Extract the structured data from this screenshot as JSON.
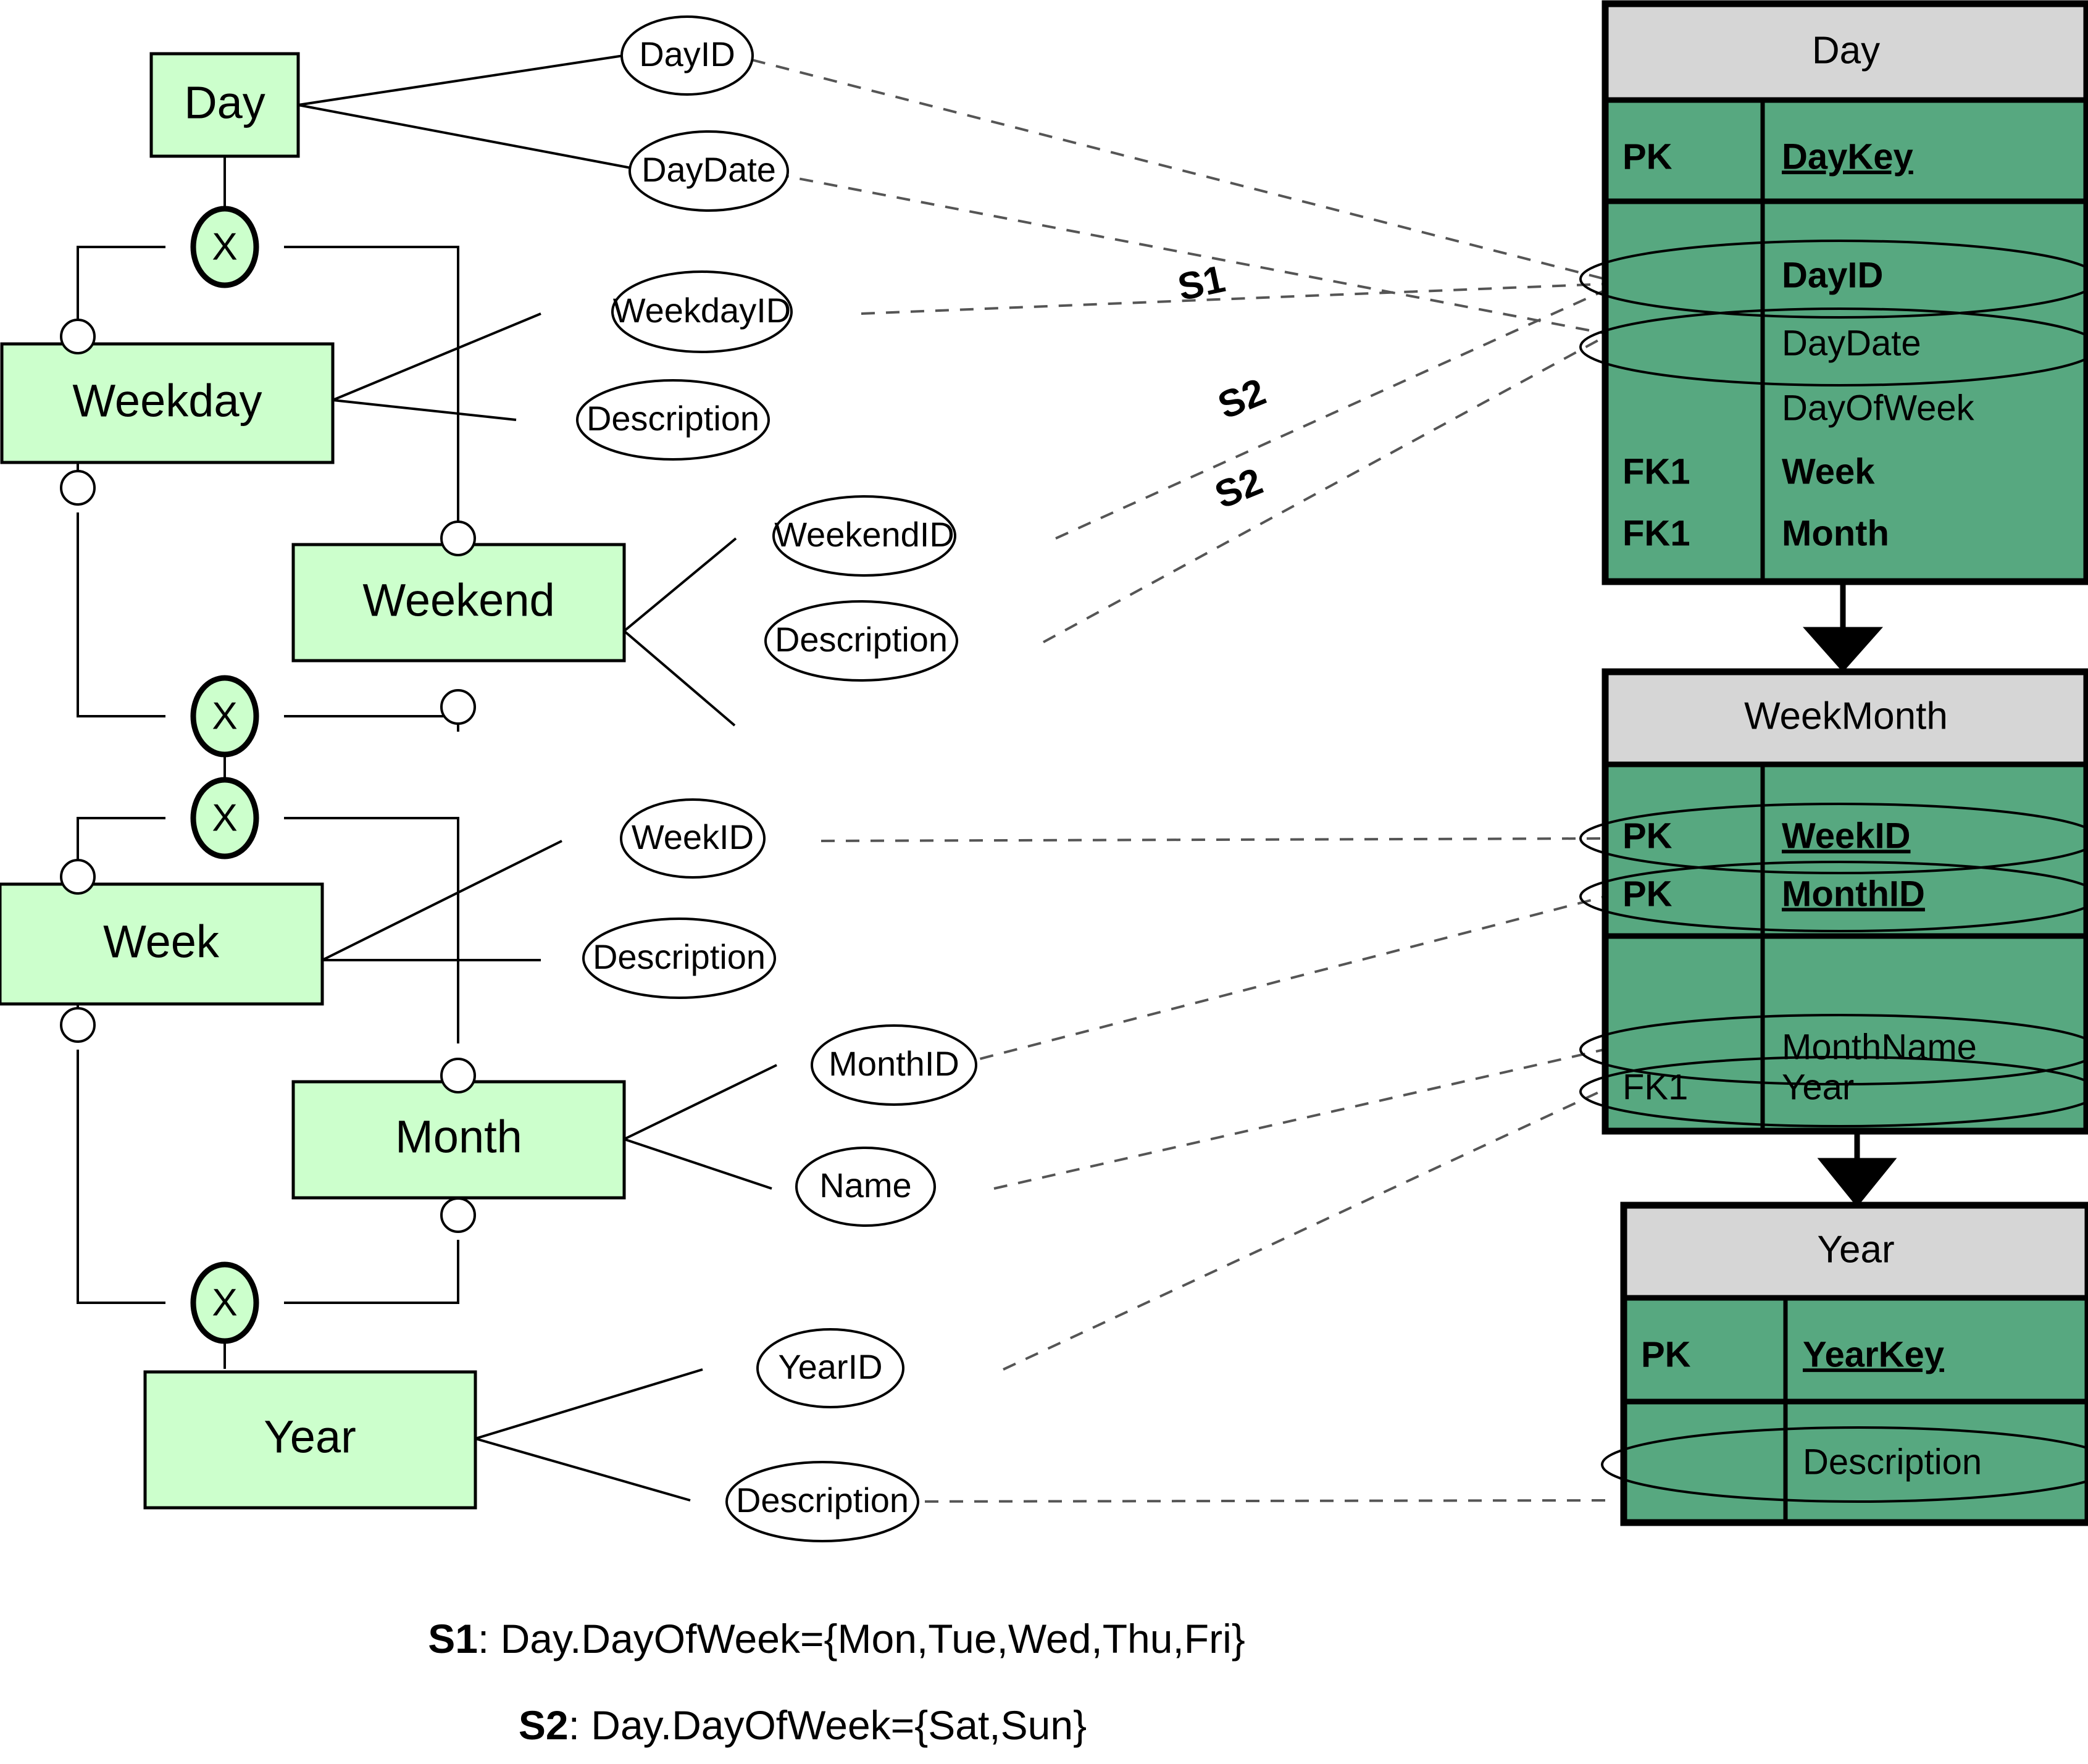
{
  "diagram": {
    "title": "EER to Relational mapping — Day/Week/Month/Year hierarchy",
    "colors": {
      "entity_fill": "#ccffcc",
      "table_header_fill": "#d6d6d6",
      "table_body_fill": "#57a880",
      "line": "#000000",
      "dashed_line": "#555555"
    }
  },
  "eer": {
    "entities": [
      {
        "id": "day",
        "label": "Day"
      },
      {
        "id": "weekday",
        "label": "Weekday"
      },
      {
        "id": "weekend",
        "label": "Weekend"
      },
      {
        "id": "week",
        "label": "Week"
      },
      {
        "id": "month",
        "label": "Month"
      },
      {
        "id": "year",
        "label": "Year"
      }
    ],
    "disjoint_markers": [
      {
        "id": "x1",
        "label": "X"
      },
      {
        "id": "x2",
        "label": "X"
      },
      {
        "id": "x3",
        "label": "X"
      },
      {
        "id": "x4",
        "label": "X"
      }
    ],
    "attributes": [
      {
        "id": "a-dayid",
        "owner": "day",
        "label": "DayID"
      },
      {
        "id": "a-daydate",
        "owner": "day",
        "label": "DayDate"
      },
      {
        "id": "a-weekdayid",
        "owner": "weekday",
        "label": "WeekdayID"
      },
      {
        "id": "a-wkdydesc",
        "owner": "weekday",
        "label": "Description"
      },
      {
        "id": "a-weekendid",
        "owner": "weekend",
        "label": "WeekendID"
      },
      {
        "id": "a-wkenddesc",
        "owner": "weekend",
        "label": "Description"
      },
      {
        "id": "a-weekid",
        "owner": "week",
        "label": "WeekID"
      },
      {
        "id": "a-weekdesc",
        "owner": "week",
        "label": "Description"
      },
      {
        "id": "a-monthid",
        "owner": "month",
        "label": "MonthID"
      },
      {
        "id": "a-name",
        "owner": "month",
        "label": "Name"
      },
      {
        "id": "a-yearid",
        "owner": "year",
        "label": "YearID"
      },
      {
        "id": "a-yeardesc",
        "owner": "year",
        "label": "Description"
      }
    ]
  },
  "mapping_labels": [
    {
      "id": "m-s1",
      "label": "S1"
    },
    {
      "id": "m-s2a",
      "label": "S2"
    },
    {
      "id": "m-s2b",
      "label": "S2"
    }
  ],
  "tables": [
    {
      "id": "tbl-day",
      "name": "Day",
      "key_rows": [
        {
          "key": "PK",
          "column": "DayKey",
          "bold": true,
          "underline": true
        }
      ],
      "attr_rows": [
        {
          "key": "",
          "column": "DayID",
          "bold": true,
          "underline": false
        },
        {
          "key": "",
          "column": "DayDate",
          "bold": false,
          "underline": false
        },
        {
          "key": "",
          "column": "DayOfWeek",
          "bold": false,
          "underline": false
        },
        {
          "key": "FK1",
          "column": "Week",
          "bold": true,
          "underline": false
        },
        {
          "key": "FK1",
          "column": "Month",
          "bold": true,
          "underline": false
        }
      ]
    },
    {
      "id": "tbl-weekmonth",
      "name": "WeekMonth",
      "key_rows": [
        {
          "key": "PK",
          "column": "WeekID",
          "bold": true,
          "underline": true
        },
        {
          "key": "PK",
          "column": "MonthID",
          "bold": true,
          "underline": true
        }
      ],
      "attr_rows": [
        {
          "key": "",
          "column": "MonthName",
          "bold": false,
          "underline": false
        },
        {
          "key": "FK1",
          "column": "Year",
          "bold": false,
          "underline": false
        }
      ]
    },
    {
      "id": "tbl-year",
      "name": "Year",
      "key_rows": [
        {
          "key": "PK",
          "column": "YearKey",
          "bold": true,
          "underline": true
        }
      ],
      "attr_rows": [
        {
          "key": "",
          "column": "Description",
          "bold": false,
          "underline": false
        }
      ]
    }
  ],
  "legend": [
    {
      "id": "leg-s1",
      "tag": "S1",
      "text": ": Day.DayOfWeek={Mon,Tue,Wed,Thu,Fri}"
    },
    {
      "id": "leg-s2",
      "tag": "S2",
      "text": ": Day.DayOfWeek={Sat,Sun}"
    }
  ]
}
